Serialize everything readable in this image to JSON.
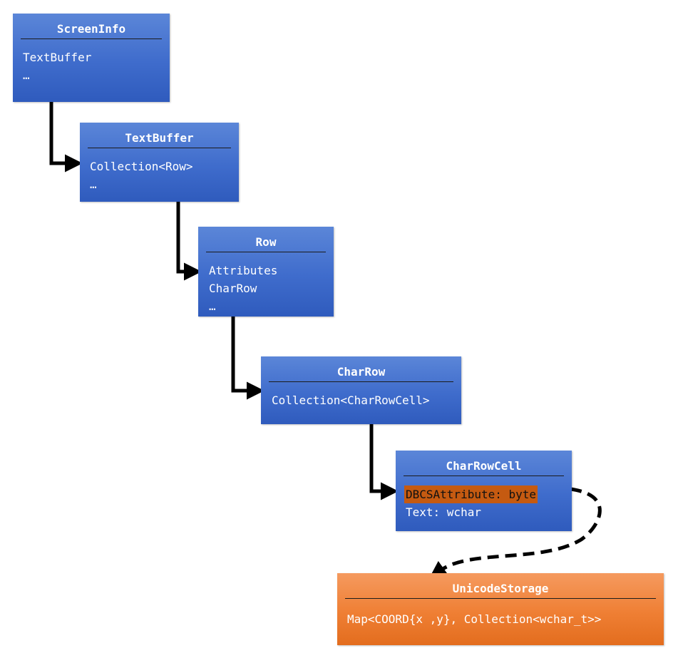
{
  "boxes": {
    "screen_info": {
      "title": "ScreenInfo",
      "fields": [
        "TextBuffer",
        "…"
      ]
    },
    "text_buffer": {
      "title": "TextBuffer",
      "fields": [
        "Collection<Row>",
        "…"
      ]
    },
    "row": {
      "title": "Row",
      "fields": [
        "Attributes",
        "CharRow",
        "…"
      ]
    },
    "char_row": {
      "title": "CharRow",
      "fields": [
        "Collection<CharRowCell>"
      ]
    },
    "char_row_cell": {
      "title": "CharRowCell",
      "fields": [
        "DBCSAttribute: byte",
        "Text: wchar"
      ]
    },
    "unicode_storage": {
      "title": "UnicodeStorage",
      "fields": [
        "Map<COORD{x ,y}, Collection<wchar_t>>"
      ]
    }
  },
  "colors": {
    "blue_box": "#3f6ccc",
    "orange_box": "#ef7f34",
    "highlight": "#c55a11",
    "arrow": "#000000"
  }
}
